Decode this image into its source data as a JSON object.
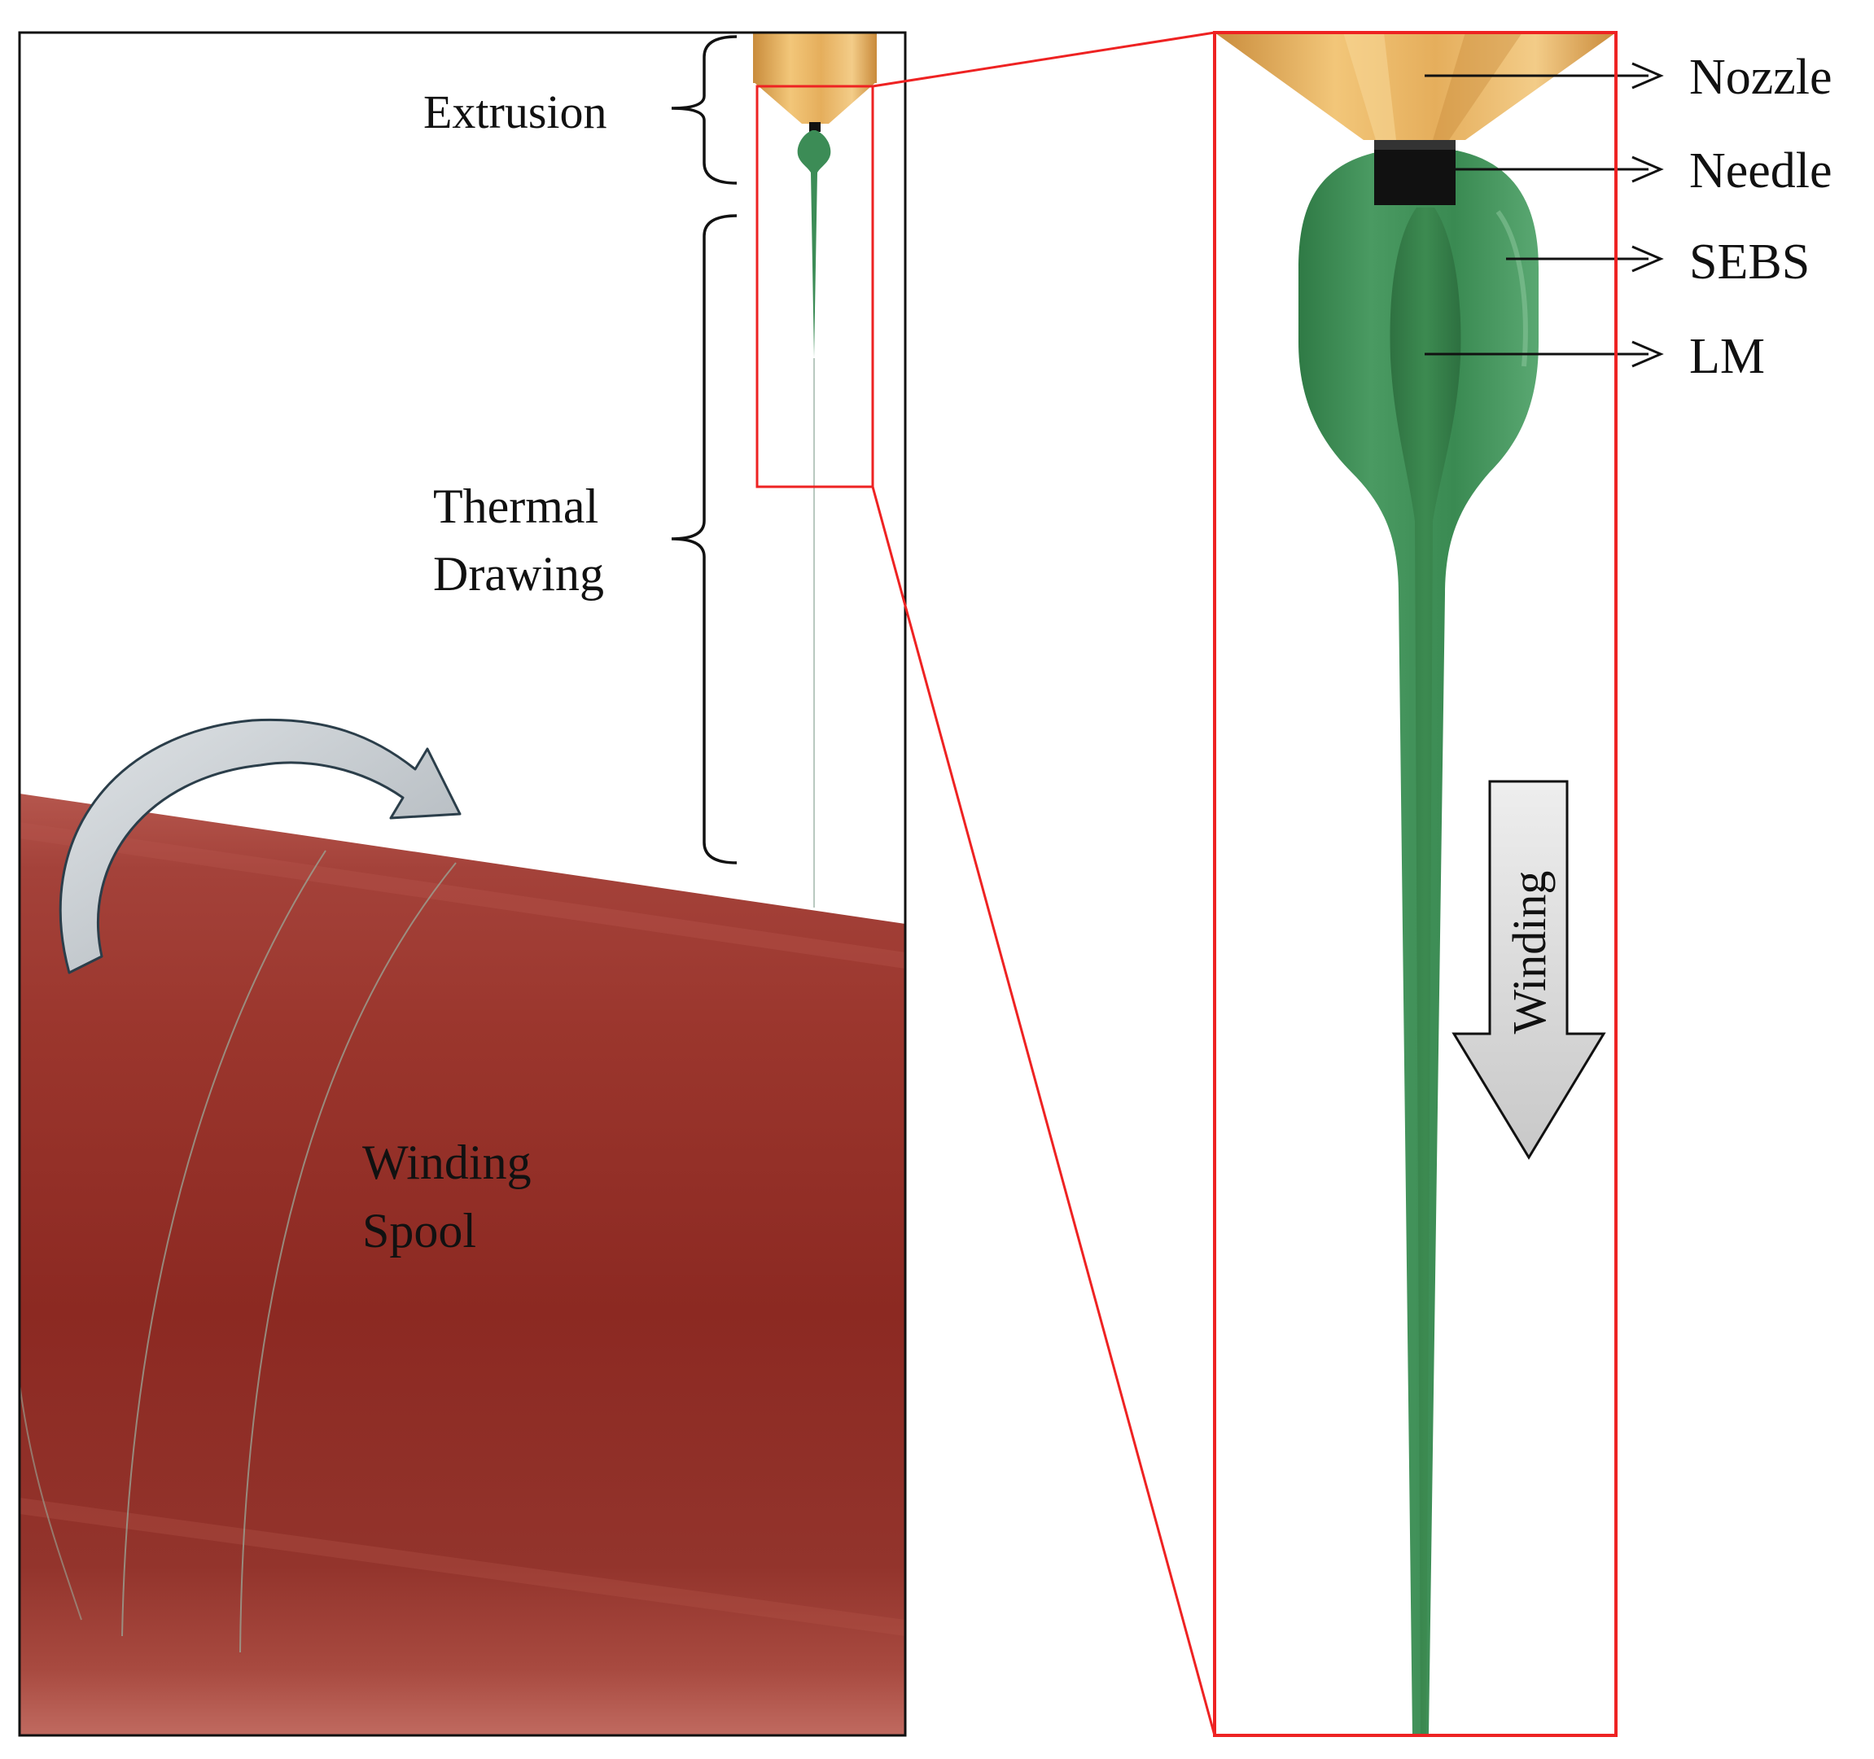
{
  "labels": {
    "extrusion": "Extrusion",
    "thermal_line1": "Thermal",
    "thermal_line2": "Drawing",
    "spool_line1": "Winding",
    "spool_line2": "Spool",
    "nozzle": "Nozzle",
    "needle": "Needle",
    "sebs": "SEBS",
    "lm": "LM",
    "winding_arrow": "Winding"
  },
  "colors": {
    "nozzle_gold": "#e8b15e",
    "fiber_green": "#3c8c56",
    "lm_core": "#2f7a45",
    "needle_black": "#111111",
    "spool_red": "#8e2a22",
    "zoom_box": "#ee2222",
    "rotation_arrow": "#c9ced3",
    "winding_arrow": "#dadada"
  }
}
